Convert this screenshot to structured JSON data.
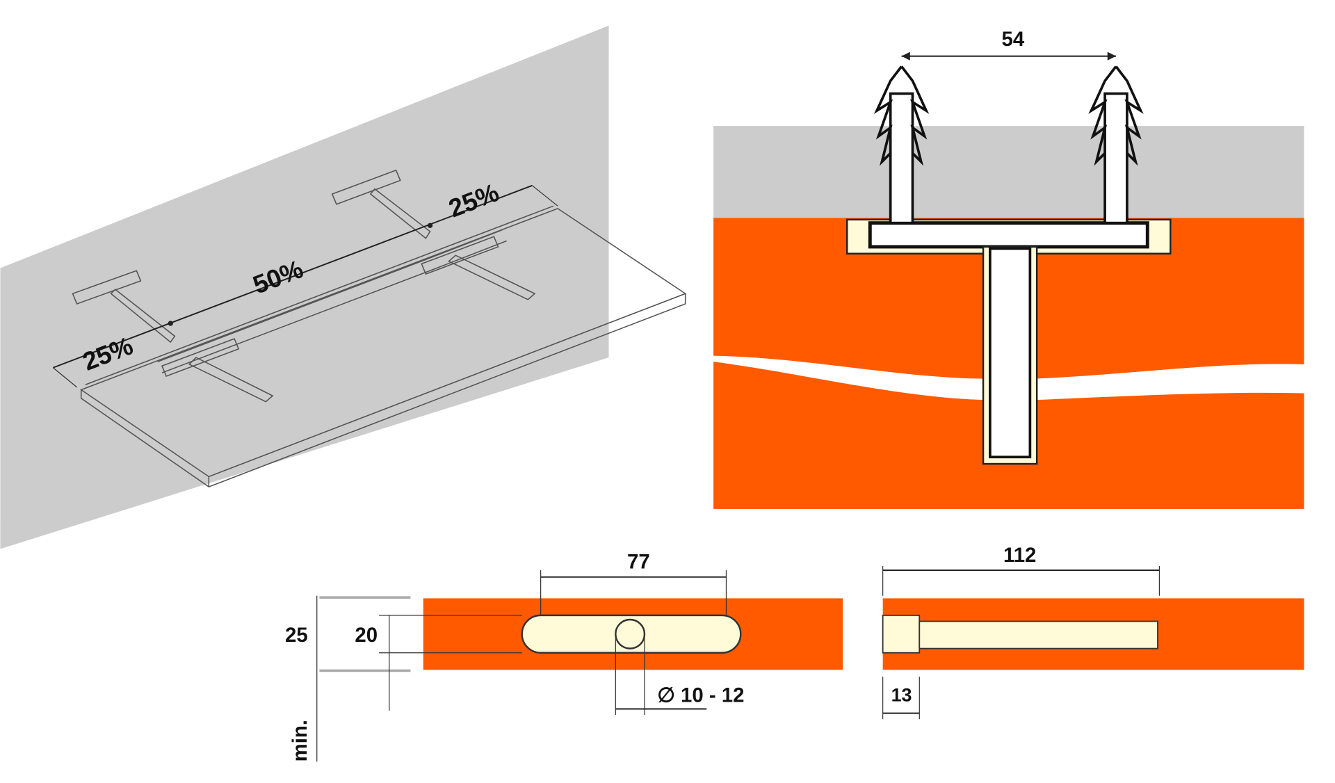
{
  "colors": {
    "wall": "#cccccc",
    "wood": "#ff5a00",
    "insert": "#fffad8",
    "line": "#222222"
  },
  "isometric": {
    "labels": [
      "25%",
      "50%",
      "25%"
    ]
  },
  "section": {
    "anchor_spacing": "54"
  },
  "front_view": {
    "slot_length": "77",
    "board_thickness": "25",
    "slot_height": "20",
    "min_label": "min.",
    "hole_diameter": "∅ 10 - 12"
  },
  "side_view": {
    "rod_length": "112",
    "plate_depth": "13"
  }
}
